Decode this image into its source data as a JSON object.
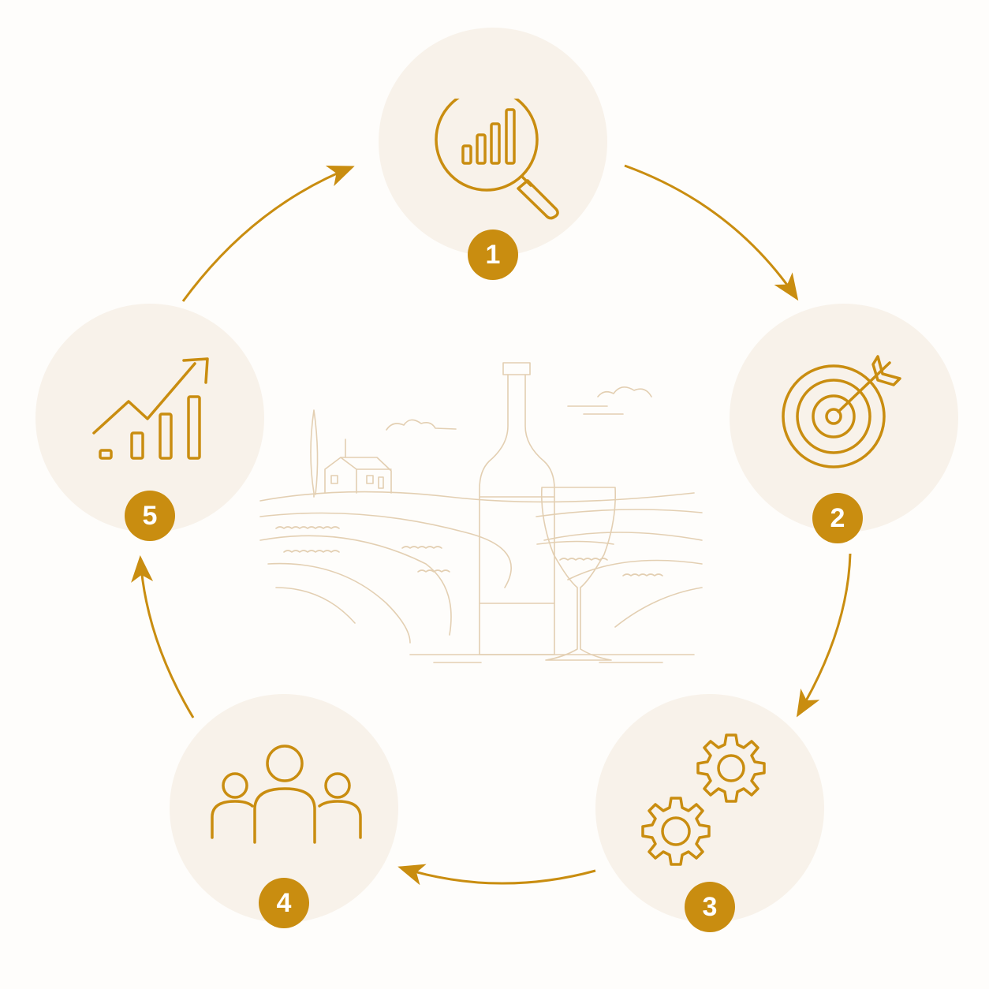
{
  "colors": {
    "accent": "#c98d10",
    "circle_fill": "#f8f2ea",
    "illustration_line": "#e3cfb2",
    "background": "#fefdfb"
  },
  "steps": [
    {
      "number": "1",
      "icon": "magnifier-bar-chart-icon"
    },
    {
      "number": "2",
      "icon": "target-arrow-icon"
    },
    {
      "number": "3",
      "icon": "gears-icon"
    },
    {
      "number": "4",
      "icon": "team-people-icon"
    },
    {
      "number": "5",
      "icon": "growth-chart-icon"
    }
  ],
  "center": {
    "illustration": "vineyard-wine-bottle-glass"
  },
  "flow": "clockwise"
}
